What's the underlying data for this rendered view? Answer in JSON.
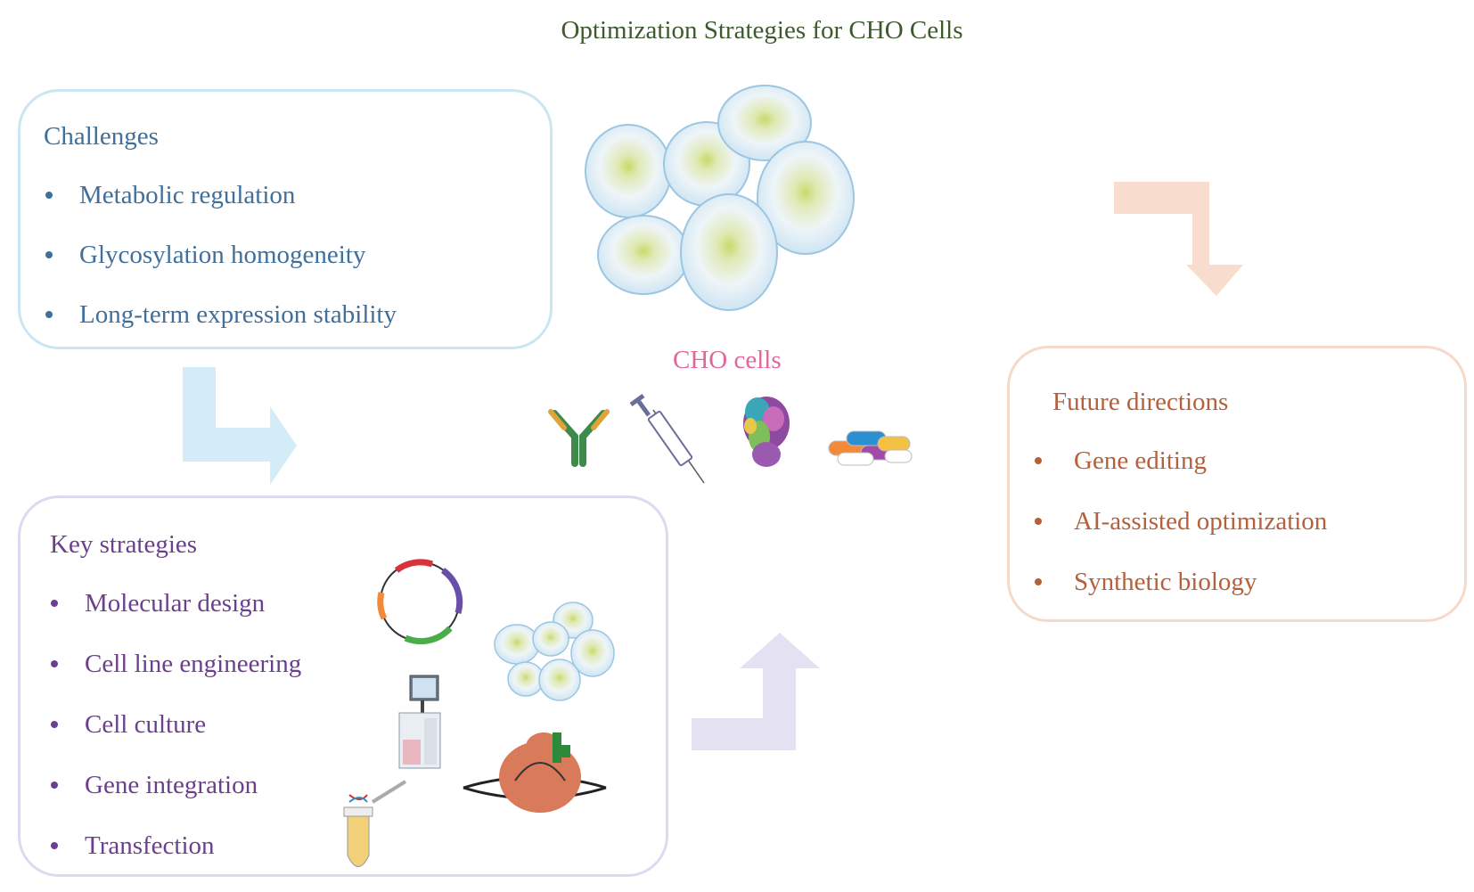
{
  "title": "Optimization Strategies for CHO Cells",
  "challenges": {
    "heading": "Challenges",
    "items": [
      "Metabolic regulation",
      "Glycosylation homogeneity",
      "Long-term expression stability"
    ]
  },
  "center": {
    "label": "CHO cells"
  },
  "strategies": {
    "heading": "Key strategies",
    "items": [
      "Molecular design",
      "Cell line engineering",
      "Cell culture",
      "Gene integration",
      "Transfection"
    ]
  },
  "future": {
    "heading": "Future directions",
    "items": [
      "Gene editing",
      "AI-assisted optimization",
      "Synthetic biology"
    ]
  },
  "icons": [
    "cho-cells-cluster-icon",
    "antibody-icon",
    "syringe-icon",
    "protein-icon",
    "pills-icon",
    "plasmid-icon",
    "small-cells-icon",
    "bioreactor-icon",
    "pipette-tube-icon",
    "crispr-icon"
  ],
  "colors": {
    "title": "#3d5a2e",
    "challenges": "#3f6f9a",
    "strategies": "#6b3f8e",
    "future": "#b5603a",
    "cho_label": "#e0679a",
    "arrow_blue": "#d4ecf8",
    "arrow_purple": "#e3e1f2",
    "arrow_orange": "#f8dccd"
  }
}
